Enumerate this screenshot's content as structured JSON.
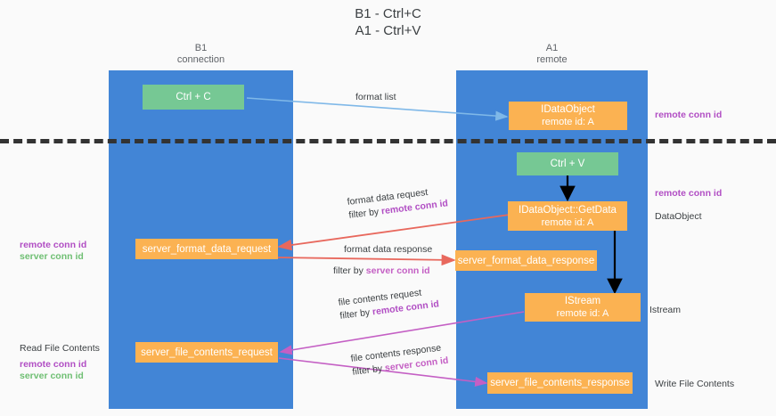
{
  "title": {
    "line1": "B1 - Ctrl+C",
    "line2": "A1 - Ctrl+V"
  },
  "columns": [
    {
      "name": "B1",
      "role": "connection"
    },
    {
      "name": "A1",
      "role": "remote"
    }
  ],
  "colors": {
    "lane": "#4285d6",
    "green_box": "#76c894",
    "orange_box": "#fbb252",
    "remote_conn_id": "#b14ec4",
    "server_conn_id": "#6fbf73",
    "arrow_format_list": "#7fb8e8",
    "arrow_black": "#000000",
    "arrow_red": "#e8685d",
    "arrow_magenta": "#c45fc4",
    "divider": "#333333",
    "background": "#fafafa"
  },
  "boxes": {
    "ctrl_c": {
      "label": "Ctrl + C"
    },
    "ctrl_v": {
      "label": "Ctrl + V"
    },
    "idataobject": {
      "line1": "IDataObject",
      "line2": "remote id: A"
    },
    "getdata": {
      "line1": "IDataObject::GetData",
      "line2": "remote id: A"
    },
    "istream": {
      "line1": "IStream",
      "line2": "remote id: A"
    },
    "server_format_data_request": {
      "label": "server_format_data_request"
    },
    "server_format_data_response": {
      "label": "server_format_data_response"
    },
    "server_file_contents_request": {
      "label": "server_file_contents_request"
    },
    "server_file_contents_response": {
      "label": "server_file_contents_response"
    }
  },
  "arrow_labels": {
    "format_list": "format list",
    "format_data_request": "format data request",
    "format_data_request_filter_prefix": "filter by ",
    "format_data_request_filter_key": "remote conn id",
    "format_data_response": "format data response",
    "format_data_response_filter_prefix": "filter by ",
    "format_data_response_filter_key": "server conn id",
    "file_contents_request": "file contents request",
    "file_contents_request_filter_prefix": "filter by ",
    "file_contents_request_filter_key": "remote conn id",
    "file_contents_response": "file contents response",
    "file_contents_response_filter_prefix": "filter by ",
    "file_contents_response_filter_key": "server conn id"
  },
  "side_labels": {
    "right_remote_conn_id_top": "remote conn id",
    "right_remote_conn_id_mid": "remote conn id",
    "right_dataobject": "DataObject",
    "right_istream": "Istream",
    "right_write_file_contents": "Write File Contents",
    "left_remote_conn_id_mid": "remote conn id",
    "left_server_conn_id_mid": "server conn id",
    "left_read_file_contents": "Read File Contents",
    "left_remote_conn_id_bottom": "remote conn id",
    "left_server_conn_id_bottom": "server conn id"
  }
}
